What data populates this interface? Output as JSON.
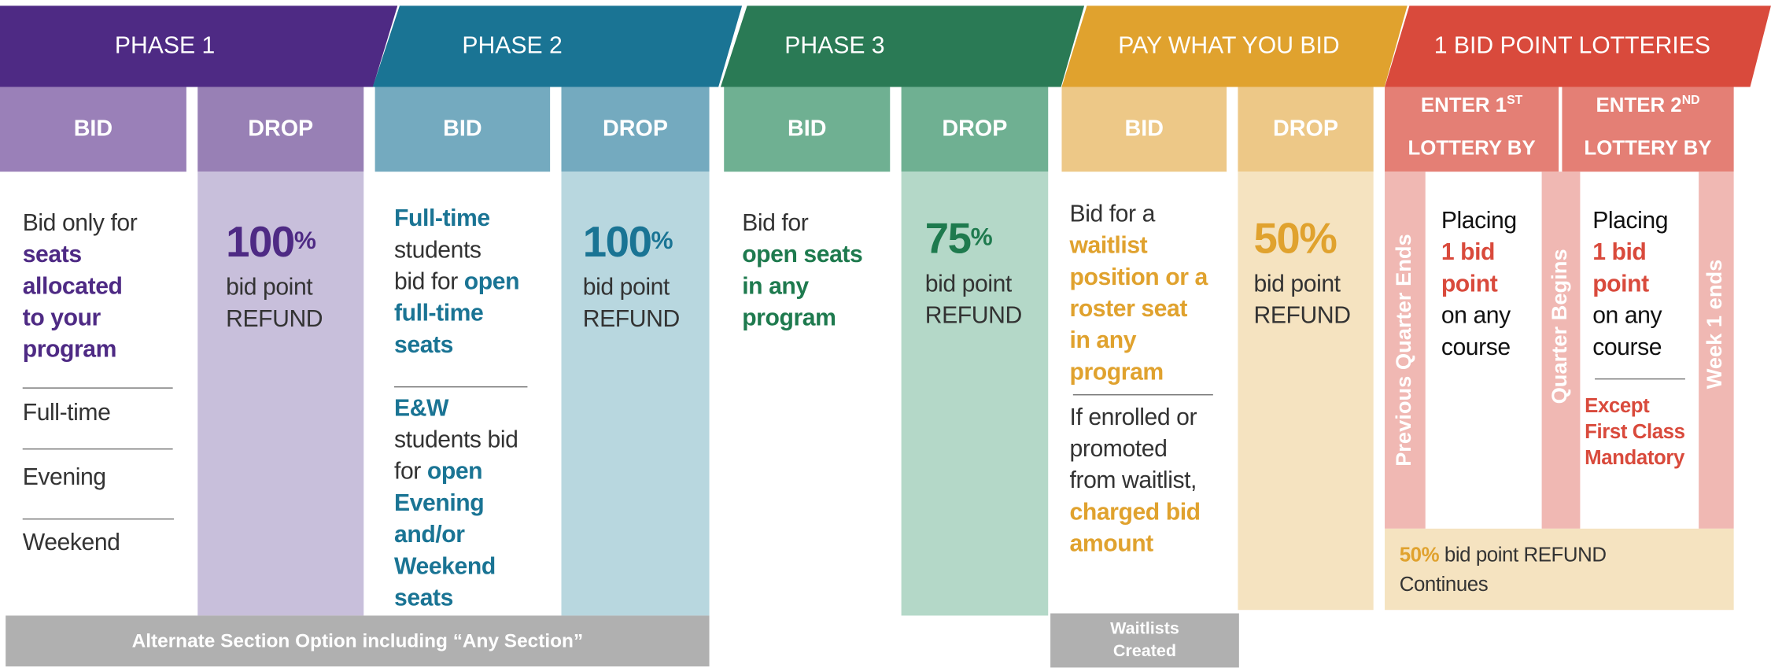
{
  "colors": {
    "phase1": "#4e2a84",
    "phase2": "#1a7494",
    "phase3": "#2a7a55",
    "pay": "#e0a22e",
    "lottery": "#d94a3c"
  },
  "headers": [
    "PHASE 1",
    "PHASE 2",
    "PHASE 3",
    "PAY WHAT YOU BID",
    "1 BID POINT LOTTERIES"
  ],
  "subs": {
    "bid": "BID",
    "drop": "DROP"
  },
  "lottery_subs": [
    {
      "l1": "ENTER 1",
      "sup": "ST",
      "l2": "LOTTERY BY"
    },
    {
      "l1": "ENTER 2",
      "sup": "ND",
      "l2": "LOTTERY BY"
    }
  ],
  "p1": {
    "bid": [
      [
        [
          "Bid only for",
          "n"
        ]
      ],
      [
        [
          "seats",
          "b"
        ]
      ],
      [
        [
          "allocated",
          "b"
        ]
      ],
      [
        [
          "to your",
          "b"
        ]
      ],
      [
        [
          "program",
          "b"
        ]
      ]
    ],
    "programs": [
      "Full-time",
      "Evening",
      "Weekend"
    ],
    "drop": {
      "pct": "100",
      "sign": "%",
      "l1": "bid point",
      "l2": "REFUND"
    }
  },
  "p2": {
    "bid1": [
      [
        [
          "Full-time",
          "b"
        ]
      ],
      [
        [
          "students",
          "n"
        ]
      ],
      [
        [
          "bid for ",
          "n"
        ],
        [
          "open",
          "b"
        ]
      ],
      [
        [
          "full-time",
          "b"
        ]
      ],
      [
        [
          "seats",
          "b"
        ]
      ]
    ],
    "bid2": [
      [
        [
          "E&W",
          "b"
        ]
      ],
      [
        [
          "students bid",
          "n"
        ]
      ],
      [
        [
          "for ",
          "n"
        ],
        [
          "open",
          "b"
        ]
      ],
      [
        [
          "Evening",
          "b"
        ]
      ],
      [
        [
          "and/or",
          "b"
        ]
      ],
      [
        [
          "Weekend",
          "b"
        ]
      ],
      [
        [
          "seats",
          "b"
        ]
      ]
    ],
    "drop": {
      "pct": "100",
      "sign": "%",
      "l1": "bid point",
      "l2": "REFUND"
    }
  },
  "p3": {
    "bid": [
      [
        [
          "Bid for",
          "n"
        ]
      ],
      [
        [
          "open seats",
          "b"
        ]
      ],
      [
        [
          "in any",
          "b"
        ]
      ],
      [
        [
          "program",
          "b"
        ]
      ]
    ],
    "drop": {
      "pct": "75",
      "sign": "%",
      "l1": "bid point",
      "l2": "REFUND"
    }
  },
  "pay": {
    "bid1": [
      [
        [
          "Bid for a",
          "n"
        ]
      ],
      [
        [
          "waitlist",
          "b"
        ]
      ],
      [
        [
          "position or a",
          "b"
        ]
      ],
      [
        [
          "roster seat",
          "b"
        ]
      ],
      [
        [
          "in any",
          "b"
        ]
      ],
      [
        [
          "program",
          "b"
        ]
      ]
    ],
    "bid2": [
      [
        [
          "If enrolled or",
          "n"
        ]
      ],
      [
        [
          "promoted",
          "n"
        ]
      ],
      [
        [
          "from waitlist,",
          "n"
        ]
      ],
      [
        [
          "charged bid",
          "b"
        ]
      ],
      [
        [
          "amount",
          "b"
        ]
      ]
    ],
    "drop": {
      "pct": "50%",
      "l1": "bid point",
      "l2": "REFUND"
    }
  },
  "lottery": {
    "strips": [
      "Previous Quarter Ends",
      "Quarter Begins",
      "Week 1 ends"
    ],
    "col1": [
      [
        [
          "Placing",
          "n"
        ]
      ],
      [
        [
          "1 bid",
          "b"
        ]
      ],
      [
        [
          "point",
          "b"
        ]
      ],
      [
        [
          "on any",
          "n"
        ]
      ],
      [
        [
          "course",
          "n"
        ]
      ]
    ],
    "col2": [
      [
        [
          "Placing",
          "n"
        ]
      ],
      [
        [
          "1 bid",
          "b"
        ]
      ],
      [
        [
          "point",
          "b"
        ]
      ],
      [
        [
          "on any",
          "n"
        ]
      ],
      [
        [
          "course",
          "n"
        ]
      ]
    ],
    "except": [
      [
        [
          "Except",
          "b"
        ]
      ],
      [
        [
          "First Class",
          "b"
        ]
      ],
      [
        [
          "Mandatory",
          "b"
        ]
      ]
    ],
    "refund_pct": "50%",
    "refund_text": " bid point REFUND",
    "refund_l2": "Continues"
  },
  "bars": {
    "alternate": "Alternate Section Option including “Any Section”",
    "waitlists": "Waitlists Created"
  }
}
